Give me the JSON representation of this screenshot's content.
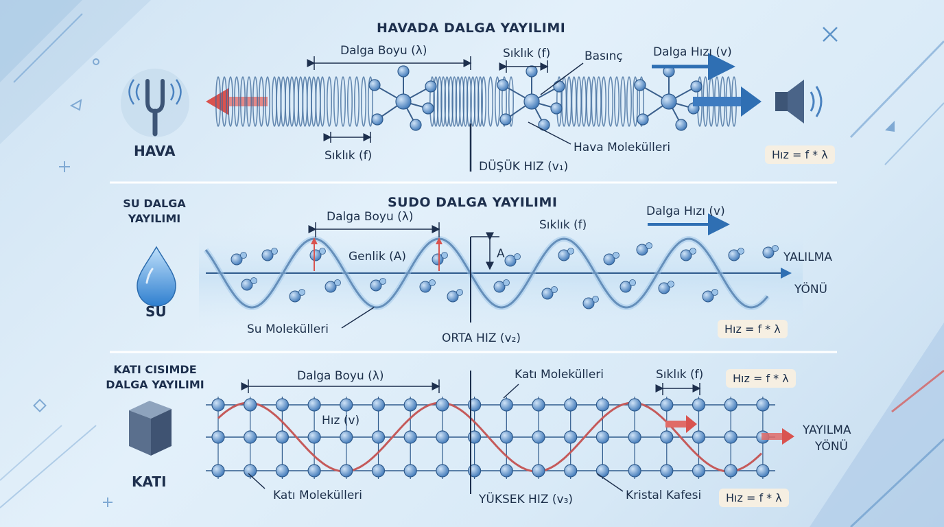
{
  "air": {
    "title": "HAVADA DALGA YAYILIMI",
    "medium": "HAVA",
    "wavelength": "Dalga Boyu (λ)",
    "freq_top": "Sıklık (f)",
    "freq_bottom": "Sıklık (f)",
    "pressure": "Basınç",
    "speed": "Dalga Hızı (v)",
    "molecules": "Hava Molekülleri",
    "low_speed": "DÜŞÜK HIZ (v₁)",
    "formula": "Hız = f * λ"
  },
  "water": {
    "title": "SUDO DALGA YAYILIMI",
    "side_title_1": "SU DALGA",
    "side_title_2": "YAYILIMI",
    "medium": "SU",
    "wavelength": "Dalga Boyu (λ)",
    "amplitude": "Genlik (A)",
    "amp_marker": "A",
    "frequency": "Sıklık (f)",
    "speed": "Dalga Hızı (v)",
    "direction_1": "YALILMA",
    "direction_2": "YÖNÜ",
    "molecules": "Su Molekülleri",
    "mid_speed": "ORTA HIZ (v₂)",
    "formula": "Hız = f * λ"
  },
  "solid": {
    "side_title_1": "KATI CISIMDE",
    "side_title_2": "DALGA YAYILIMI",
    "medium": "KATI",
    "wavelength": "Dalga Boyu (λ)",
    "molecules_top": "Katı Molekülleri",
    "frequency": "Sıklık (f)",
    "speed": "Hız (v)",
    "direction_1": "YAYILMA",
    "direction_2": "YÖNÜ",
    "molecules_bottom": "Katı Molekülleri",
    "high_speed": "YÜKSEK HIZ (v₃)",
    "lattice": "Kristal Kafesi",
    "formula_top": "Hız = f * λ",
    "formula_bottom": "Hız = f * λ"
  },
  "colors": {
    "wave_blue": "#2e5a8c",
    "molecule_blue": "#5b8fc9",
    "accent_red": "#d9534f",
    "line_dark": "#1d2f4d"
  }
}
